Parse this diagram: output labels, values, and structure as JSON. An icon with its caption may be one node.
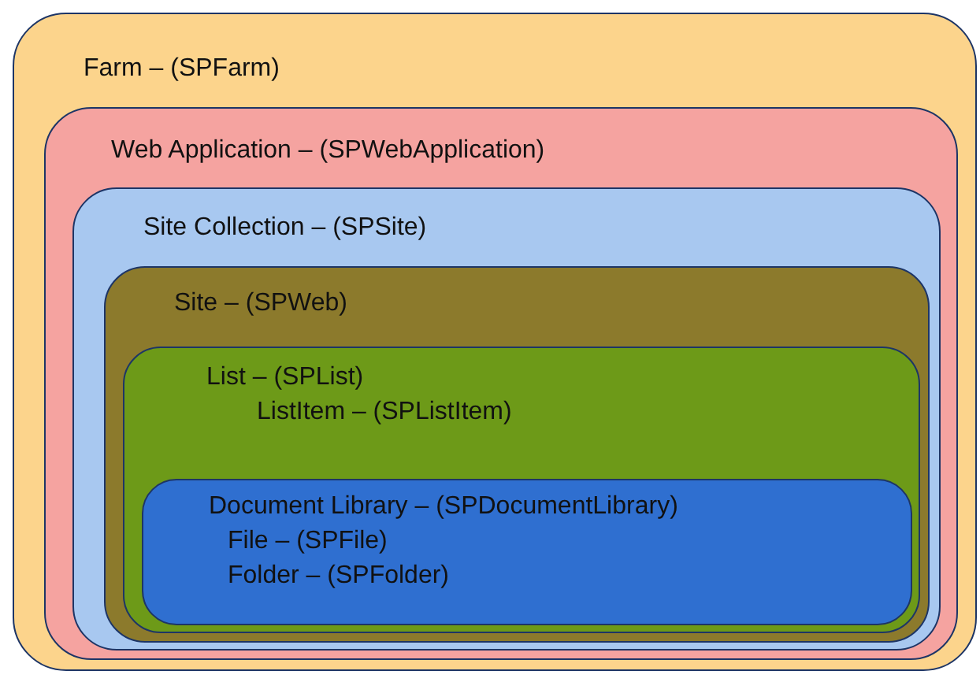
{
  "diagram": {
    "nodes": [
      {
        "text": [
          "Farm – (SPFarm)"
        ]
      },
      {
        "text": [
          "Web Application – (SPWebApplication)"
        ],
        "in": 0
      },
      {
        "text": [
          "Site Collection – (SPSite)"
        ],
        "in": 1
      },
      {
        "text": [
          "Site – (SPWeb)"
        ],
        "in": 2
      },
      {
        "text": [
          "List – (SPList)",
          "ListItem – (SPListItem)"
        ],
        "in": 3
      },
      {
        "text": [
          "Document Library – (SPDocumentLibrary)",
          "File – (SPFile)",
          "Folder – (SPFolder)"
        ],
        "in": 4
      }
    ]
  }
}
